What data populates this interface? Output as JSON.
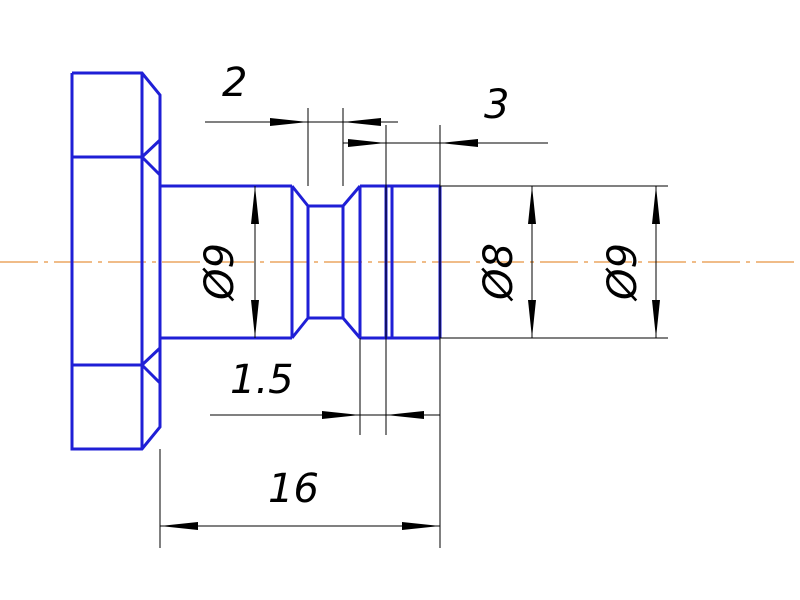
{
  "drawing": {
    "dimensions": {
      "groove_width": "2",
      "collar_width": "3",
      "diameter_shank": "Ø9",
      "diameter_collar": "Ø8",
      "diameter_outer": "Ø9",
      "step_width": "1.5",
      "overall_length": "16"
    },
    "colors": {
      "part_outline": "#1f1fd6",
      "dimension_lines": "#000000",
      "center_axis": "#e07a10"
    }
  }
}
